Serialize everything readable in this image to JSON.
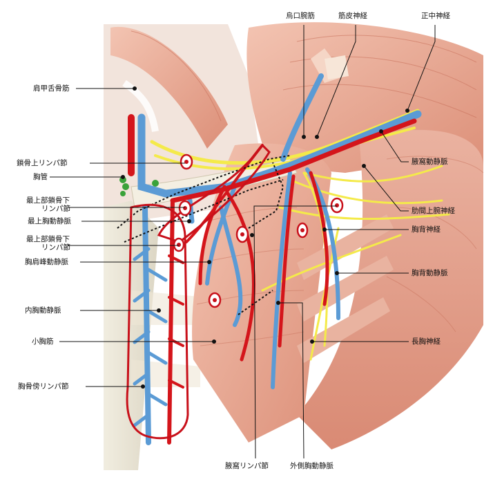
{
  "labels": {
    "left": {
      "kenkou_zetsukotsu_kin": "肩甲舌骨筋",
      "sakotsu_jou_lymph": "鎖骨上リンパ節",
      "kyoukan": "胸管",
      "saijoubu_sakotsuka_lymph_1": "最上部鎖骨下",
      "saijoubu_sakotsuka_lymph_2": "リンパ節",
      "saijou_kyou_doujoumyaku": "最上胸動静脈",
      "saijoubu_sakotsuka_lymph_b1": "最上部鎖骨下",
      "saijoubu_sakotsuka_lymph_b2": "リンパ節",
      "kyoukenpou_doujoumyaku": "胸肩峰動静脈",
      "nai_kyou_doujoumyaku": "内胸動静脈",
      "shou_kyou_kin": "小胸筋",
      "kyoukotsubou_lymph": "胸骨傍リンパ節"
    },
    "top": {
      "ukou_wan_kin": "烏口腕筋",
      "kinpi_shinkei": "筋皮神経",
      "seichuu_shinkei": "正中神経"
    },
    "right": {
      "ekika_doujoumyaku": "腋窩動静脈",
      "rokkan_jouwan_shinkei": "肋間上腕神経",
      "kyouhai_shinkei": "胸背神経",
      "kyouhai_doujoumyaku": "胸背動静脈",
      "chou_kyou_shinkei": "長胸神経"
    },
    "bottom": {
      "ekika_lymph": "腋窩リンパ節",
      "gaisoku_kyou_joumyaku": "外側胸動静脈"
    }
  },
  "colors": {
    "artery": "#d4151b",
    "vein": "#5b9bd5",
    "nerve": "#f4ea4a",
    "muscle": "#e8a590",
    "lymph_outline": "#c8101a",
    "leader": "#111111"
  }
}
